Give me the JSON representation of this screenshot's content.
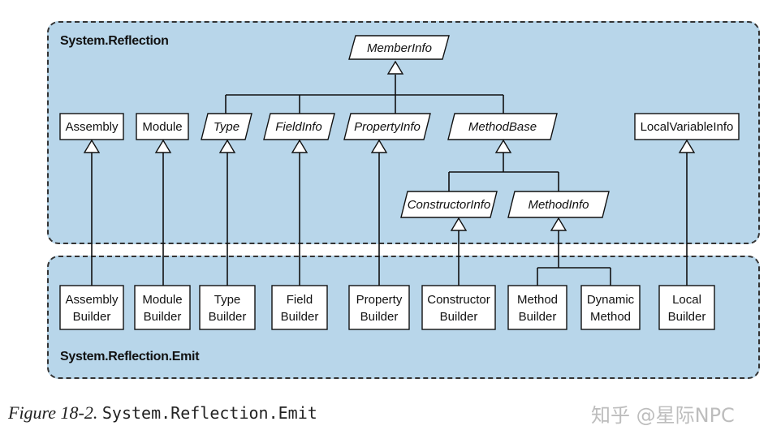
{
  "regions": {
    "reflection": "System.Reflection",
    "emit": "System.Reflection.Emit"
  },
  "caption": {
    "prefix": "Figure 18-2. ",
    "code": "System.Reflection.Emit"
  },
  "watermark": "知乎 @星际NPC",
  "classes": {
    "memberinfo": "MemberInfo",
    "assembly": "Assembly",
    "module": "Module",
    "type": "Type",
    "fieldinfo": "FieldInfo",
    "propertyinfo": "PropertyInfo",
    "methodbase": "MethodBase",
    "localvariableinfo": "LocalVariableInfo",
    "constructorinfo": "ConstructorInfo",
    "methodinfo": "MethodInfo",
    "assembly_builder": [
      "Assembly",
      "Builder"
    ],
    "module_builder": [
      "Module",
      "Builder"
    ],
    "type_builder": [
      "Type",
      "Builder"
    ],
    "field_builder": [
      "Field",
      "Builder"
    ],
    "property_builder": [
      "Property",
      "Builder"
    ],
    "constructor_builder": [
      "Constructor",
      "Builder"
    ],
    "method_builder": [
      "Method",
      "Builder"
    ],
    "dynamic_method": [
      "Dynamic",
      "Method"
    ],
    "local_builder": [
      "Local",
      "Builder"
    ]
  }
}
